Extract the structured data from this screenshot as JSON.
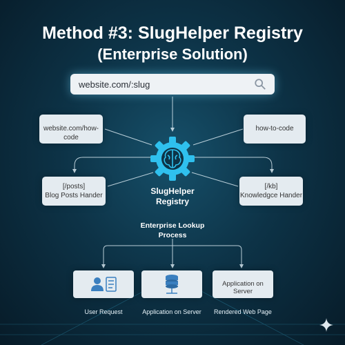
{
  "title_line1": "Method #3: SlugHelper Registry",
  "title_line2": "(Enterprise Solution)",
  "search": {
    "value": "website.com/:slug",
    "icon": "search-icon"
  },
  "top_left_box": "website.com/how-code",
  "top_right_box": "how-to-code",
  "mid_left_box": {
    "line1": "[/posts]",
    "line2": "Blog Posts Hander"
  },
  "mid_right_box": {
    "line1": "[/kb]",
    "line2": "Knowledgce Hander"
  },
  "registry": {
    "line1": "SlugHelper",
    "line2": "Registry",
    "icon": "gear-brain-icon"
  },
  "enterprise": {
    "line1": "Enterprise Lookup",
    "line2": "Process"
  },
  "bottom_boxes": {
    "user_icon": "user-id-card-icon",
    "app_icon": "server-database-icon",
    "render_text": "Application on Server"
  },
  "captions": {
    "user": "User Request",
    "app": "Application on Server",
    "render": "Rendered Web Page"
  },
  "colors": {
    "accent": "#3fc6f0",
    "box": "#e4ebf0",
    "background": "#0d3347"
  }
}
